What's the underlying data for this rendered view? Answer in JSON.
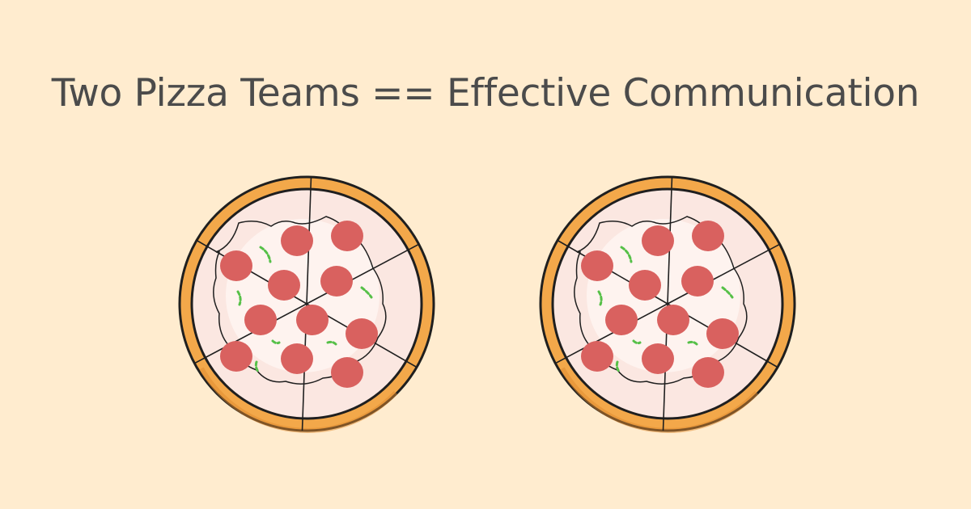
{
  "title": "Two Pizza Teams == Effective Communication",
  "colors": {
    "background": "#FFECCF",
    "title": "#4B4B4B",
    "crust": "#F3A84A",
    "crust_shadow": "#E08A2E",
    "cheese": "#FBE7E1",
    "cheese_center": "#FFF6F2",
    "pepperoni": "#D9615F",
    "herb": "#56C048",
    "outline": "#1F1F1F"
  },
  "pizzas": [
    {
      "name": "pizza-left",
      "toppings": "pepperoni",
      "slices": 6
    },
    {
      "name": "pizza-right",
      "toppings": "pepperoni",
      "slices": 6
    }
  ]
}
